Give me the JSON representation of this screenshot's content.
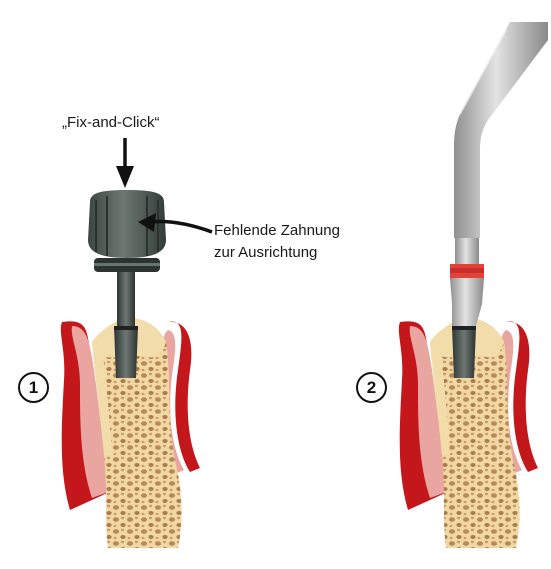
{
  "labels": {
    "top": "„Fix-and-Click“",
    "side_line1": "Fehlende Zahnung",
    "side_line2": "zur Ausrichtung"
  },
  "steps": [
    "1",
    "2"
  ],
  "colors": {
    "gum_red": "#c4171b",
    "gum_pink": "#e9a6a1",
    "bone": "#efd9a8",
    "bone_pore": "#b88f5c",
    "cap_dark": "#4d5a54",
    "implant_dark": "#3f4743",
    "instrument_grey": "#b6b6b6",
    "marker_red": "#e2423a"
  },
  "icons": [
    "arrow-down-icon",
    "arrow-left-icon"
  ]
}
